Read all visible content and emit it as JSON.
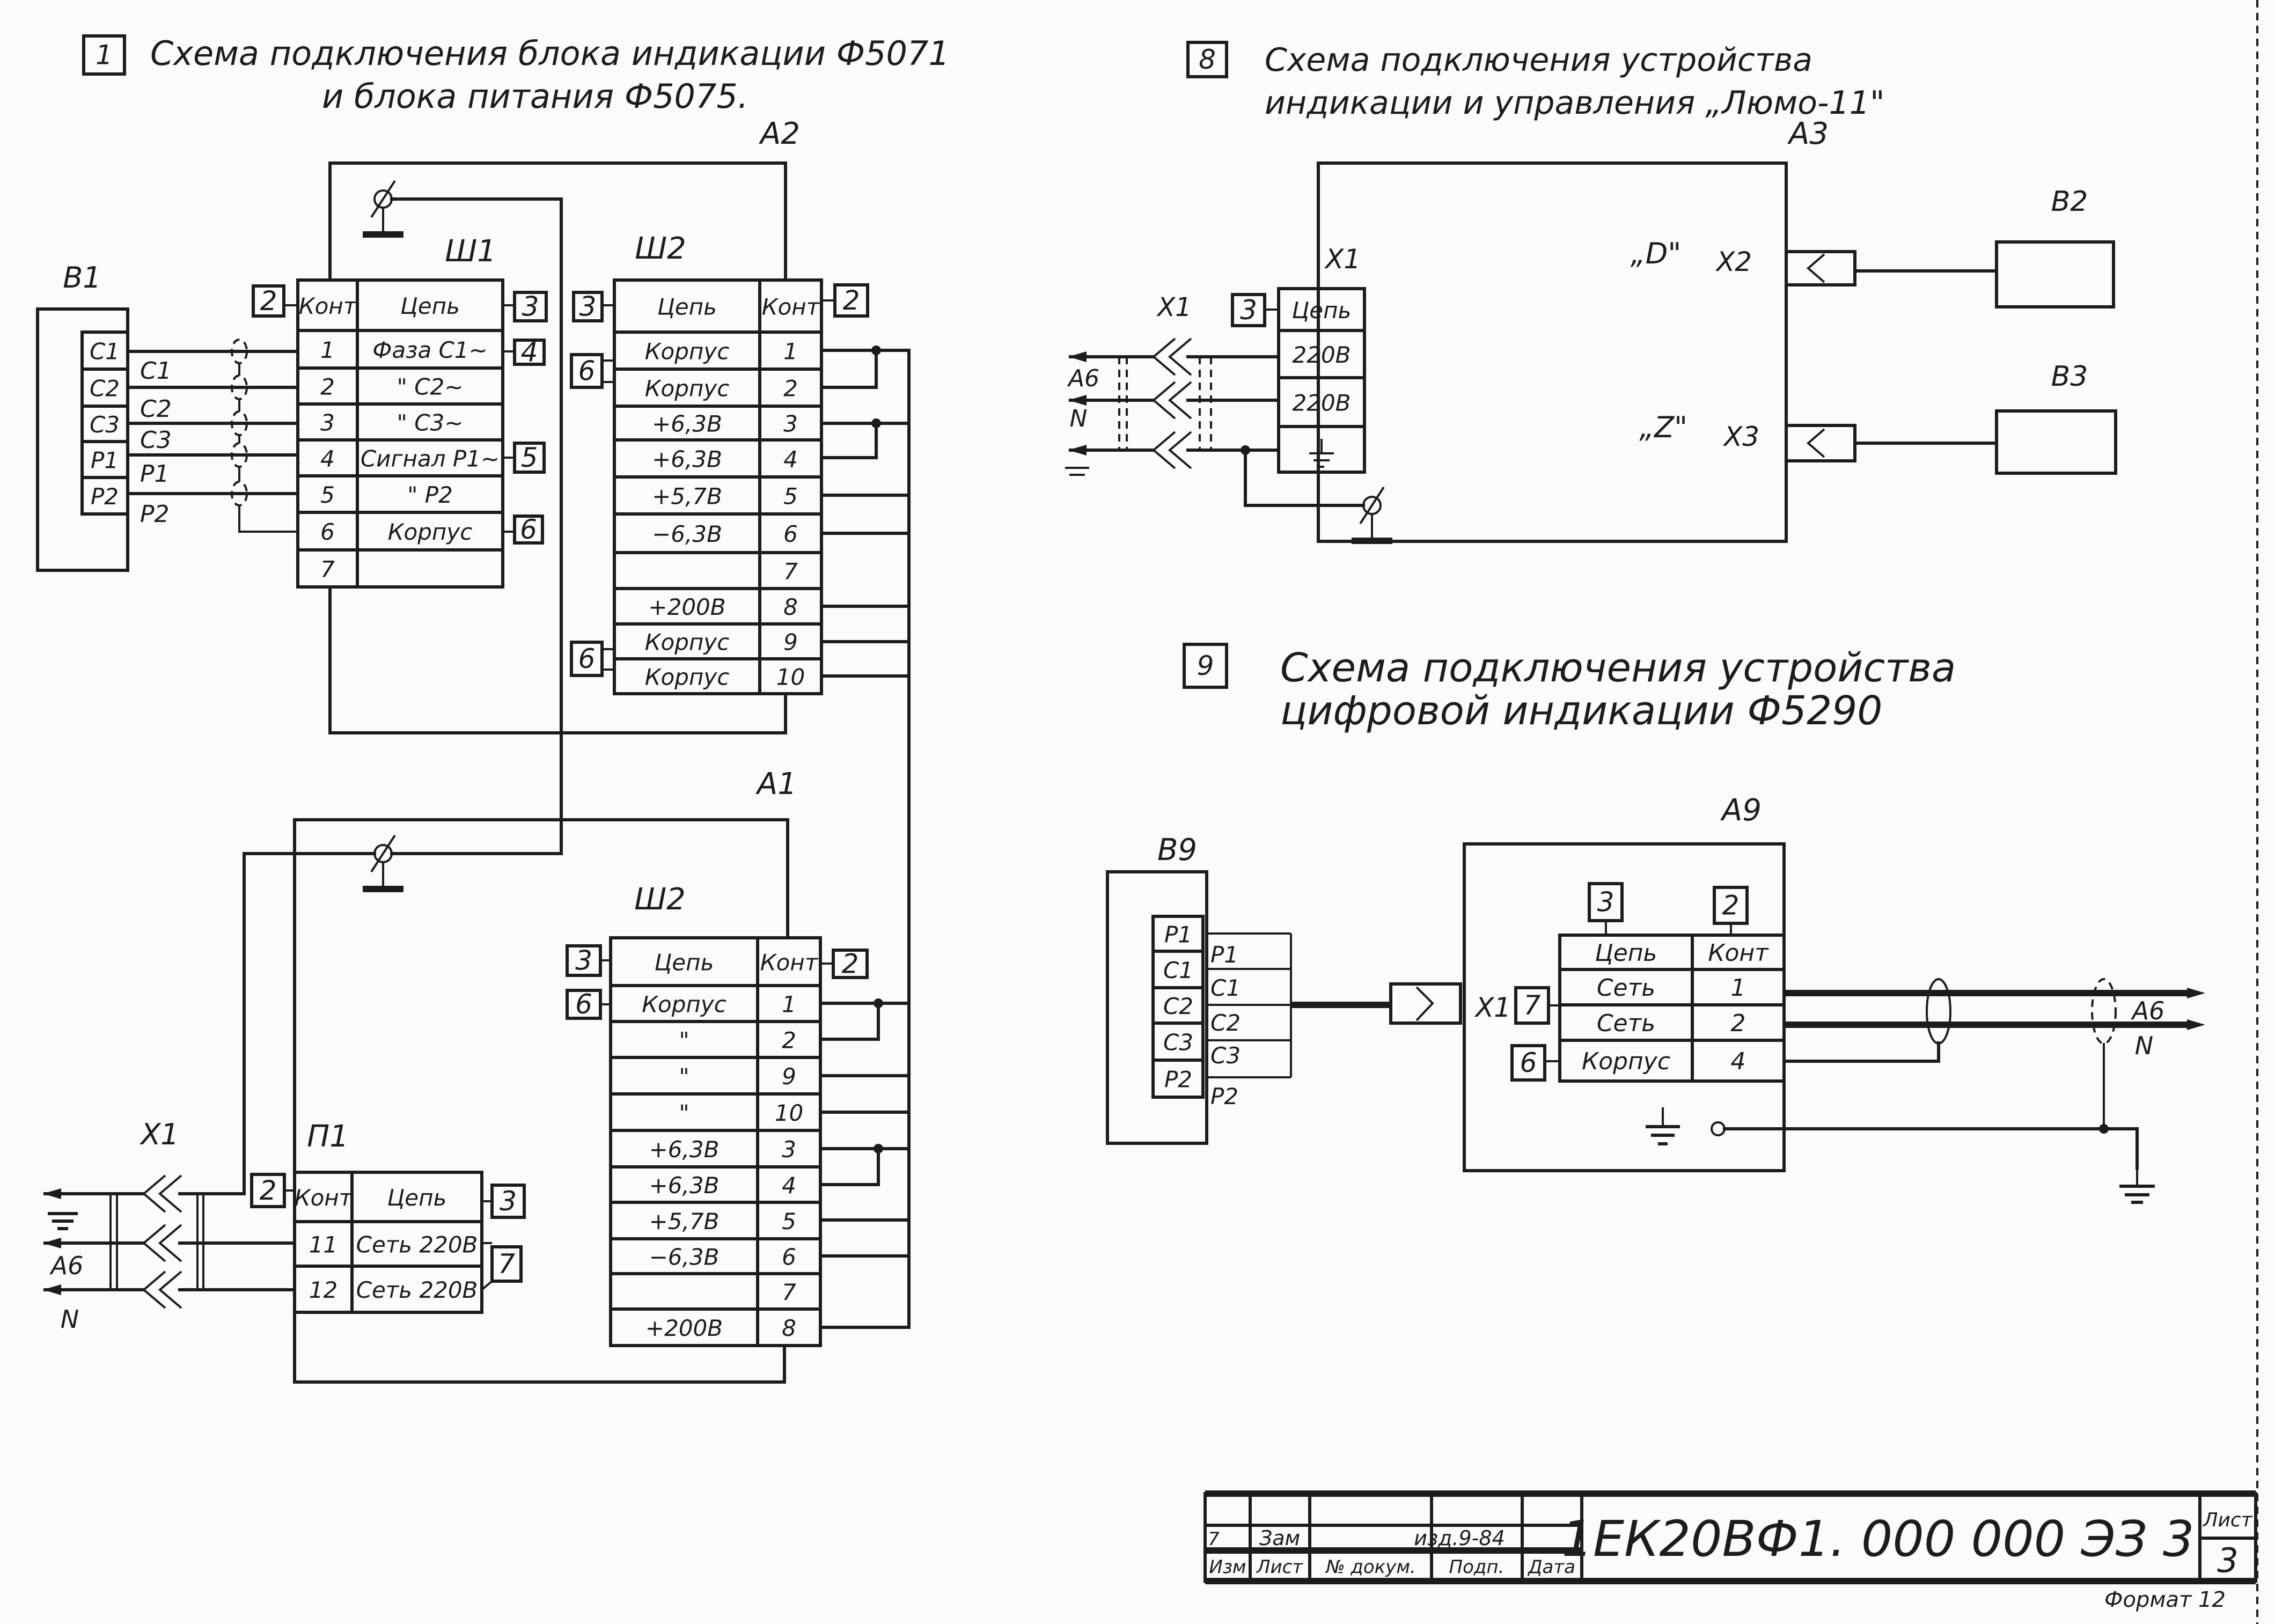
{
  "section1": {
    "number": "1",
    "title_line1": "Схема подключения блока индикации Ф5071",
    "title_line2": "и блока питания Ф5075.",
    "a2_label": "А2",
    "a1_label": "А1",
    "b1": {
      "label": "В1",
      "pins": [
        "С1",
        "С2",
        "С3",
        "Р1",
        "Р2"
      ],
      "wire_labels": [
        "С1",
        "С2",
        "С3",
        "Р1",
        "Р2"
      ]
    },
    "sh1": {
      "label": "Ш1",
      "header": [
        "Конт",
        "Цепь"
      ],
      "rows": [
        [
          "1",
          "Фаза С1~"
        ],
        [
          "2",
          "\"  С2~"
        ],
        [
          "3",
          "\"  С3~"
        ],
        [
          "4",
          "Сигнал Р1~"
        ],
        [
          "5",
          "\"   Р2"
        ],
        [
          "6",
          "Корпус"
        ],
        [
          "7",
          ""
        ]
      ],
      "refs": {
        "left_header": "2",
        "right_header": "3",
        "row1": "4",
        "row4": "5",
        "row6": "6"
      }
    },
    "sh2_top": {
      "label": "Ш2",
      "header": [
        "Цепь",
        "Конт"
      ],
      "rows": [
        [
          "Корпус",
          "1"
        ],
        [
          "Корпус",
          "2"
        ],
        [
          "+6,3В",
          "3"
        ],
        [
          "+6,3В",
          "4"
        ],
        [
          "+5,7В",
          "5"
        ],
        [
          "−6,3В",
          "6"
        ],
        [
          "",
          "7"
        ],
        [
          "+200В",
          "8"
        ],
        [
          "Корпус",
          "9"
        ],
        [
          "Корпус",
          "10"
        ]
      ],
      "refs": {
        "left_header": "3",
        "right_header": "2",
        "rows_1_2": "6",
        "rows_9_10": "6"
      }
    },
    "sh2_bottom": {
      "label": "Ш2",
      "header": [
        "Цепь",
        "Конт"
      ],
      "rows": [
        [
          "Корпус",
          "1"
        ],
        [
          "\"",
          "2"
        ],
        [
          "\"",
          "9"
        ],
        [
          "\"",
          "10"
        ],
        [
          "+6,3В",
          "3"
        ],
        [
          "+6,3В",
          "4"
        ],
        [
          "+5,7В",
          "5"
        ],
        [
          "−6,3В",
          "6"
        ],
        [
          "",
          "7"
        ],
        [
          "+200В",
          "8"
        ]
      ],
      "refs": {
        "left_header": "3",
        "right_header": "2",
        "row1": "6"
      }
    },
    "p1": {
      "label": "П1",
      "header": [
        "Конт",
        "Цепь"
      ],
      "rows": [
        [
          "11",
          "Сеть 220В"
        ],
        [
          "12",
          "Сеть 220В"
        ]
      ],
      "refs": {
        "left_header": "2",
        "right_header": "3",
        "rows_11_12": "7"
      }
    },
    "x1": {
      "label": "Х1",
      "line_labels": [
        "А6",
        "N"
      ]
    }
  },
  "section8": {
    "number": "8",
    "title_line1": "Схема подключения устройства",
    "title_line2": "индикации и управления „Люмо-11\"",
    "a3_label": "А3",
    "x1_label": "Х1",
    "x1_plug_label": "Х1",
    "x1_table": {
      "rows": [
        "Цепь",
        "220В",
        "220В"
      ],
      "ref": "3"
    },
    "line_labels": [
      "А6",
      "N"
    ],
    "d_label": "„D\"",
    "x2_label": "Х2",
    "z_label": "„Z\"",
    "x3_label": "Х3",
    "b2_label": "В2",
    "b3_label": "В3"
  },
  "section9": {
    "number": "9",
    "title_line1": "Схема подключения устройства",
    "title_line2": "цифровой индикации Ф5290",
    "b9": {
      "label": "В9",
      "pins": [
        "Р1",
        "С1",
        "С2",
        "С3",
        "Р2"
      ],
      "wire_labels": [
        "Р1",
        "С1",
        "С2",
        "С3",
        "Р2"
      ]
    },
    "a9_label": "А9",
    "x1_label": "Х1",
    "table": {
      "header": [
        "Цепь",
        "Конт"
      ],
      "rows": [
        [
          "Сеть",
          "1"
        ],
        [
          "Сеть",
          "2"
        ],
        [
          "Корпус",
          "4"
        ]
      ],
      "refs": {
        "col1": "3",
        "col2": "2",
        "rows_1_2": "7",
        "row3": "6"
      }
    },
    "line_labels": [
      "А6",
      "N"
    ]
  },
  "title_block": {
    "change_row": [
      "7",
      "Зам",
      "изд.9-84"
    ],
    "column_labels": [
      "Изм",
      "Лист",
      "№ докум.",
      "Подп.",
      "Дата"
    ],
    "document_number": "1ЕК20ВФ1. 000 000 ЭЗ 3",
    "sheet_label": "Лист",
    "sheet_number": "3",
    "format": "Формат 12"
  },
  "colors": {
    "ink": "#1c1c1c",
    "paper": "#fbfbf9"
  }
}
